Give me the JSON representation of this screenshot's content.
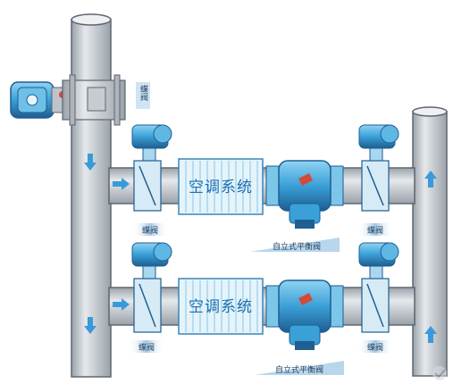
{
  "diagram": {
    "system_labels": [
      "空调系统",
      "空调系统"
    ],
    "butterfly_valve_labels": [
      "蝶阀",
      "蝶阀",
      "蝶阀",
      "蝶阀"
    ],
    "balance_valve_labels": [
      "自立式平衡阀",
      "自立式平衡阀"
    ],
    "pump_valve_label": "蝶阀",
    "colors": {
      "pipe_fill": "#cfd3d8",
      "pipe_stroke": "#5e6670",
      "valve_blue": "#3aa0d8",
      "valve_dark": "#1e5e90",
      "coil_fill": "#e4f4fb",
      "arrow_blue": "#3a9ad9"
    }
  }
}
